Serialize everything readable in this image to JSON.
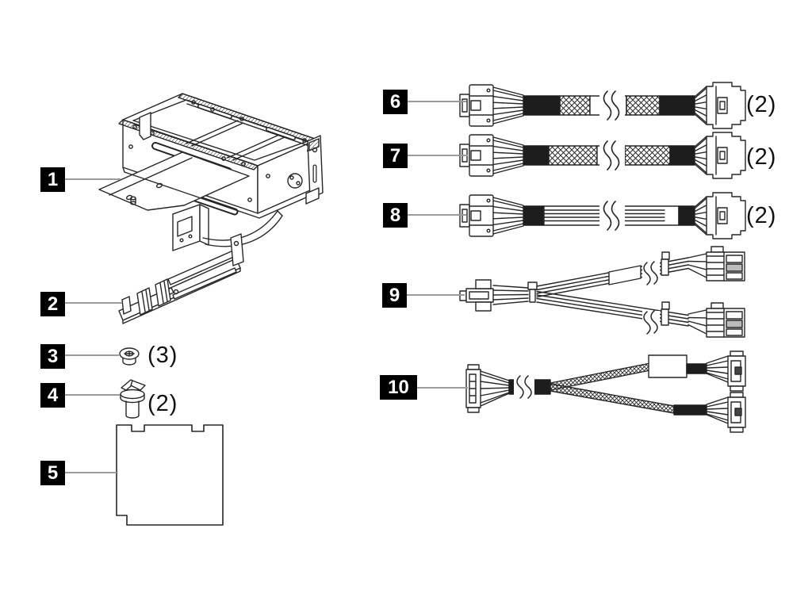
{
  "diagram": {
    "background": "#ffffff",
    "stroke_color": "#262626",
    "leader_color": "#9b9b9b",
    "callout_bg": "#000000",
    "callout_fg": "#ffffff"
  },
  "callouts": [
    {
      "num": "1",
      "part": "riser-cage-assembly",
      "qty": ""
    },
    {
      "num": "2",
      "part": "riser-card",
      "qty": ""
    },
    {
      "num": "3",
      "part": "screw",
      "qty": "(3)"
    },
    {
      "num": "4",
      "part": "plunger",
      "qty": "(2)"
    },
    {
      "num": "5",
      "part": "filler-panel",
      "qty": ""
    },
    {
      "num": "6",
      "part": "signal-cable-short-mesh",
      "qty": "(2)"
    },
    {
      "num": "7",
      "part": "signal-cable-long-mesh",
      "qty": "(2)"
    },
    {
      "num": "8",
      "part": "ribbon-signal-cable",
      "qty": "(2)"
    },
    {
      "num": "9",
      "part": "y-power-cable",
      "qty": ""
    },
    {
      "num": "10",
      "part": "y-split-cable",
      "qty": ""
    }
  ]
}
